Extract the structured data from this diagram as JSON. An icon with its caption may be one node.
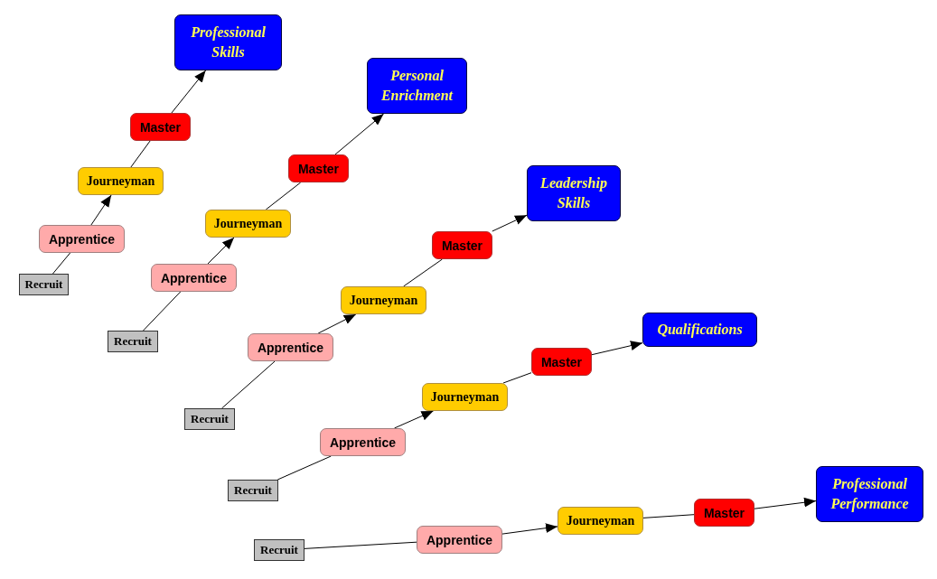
{
  "diagram": {
    "nodes": [
      {
        "text": [
          "Recruit"
        ]
      },
      {
        "text": [
          "Apprentice"
        ]
      },
      {
        "text": [
          "Journeyman"
        ]
      },
      {
        "text": [
          "Master"
        ]
      },
      {
        "text": [
          "Professional Skills"
        ]
      },
      {
        "text": [
          "Recruit"
        ]
      },
      {
        "text": [
          "Apprentice"
        ]
      },
      {
        "text": [
          "Journeyman"
        ]
      },
      {
        "text": [
          "Master"
        ]
      },
      {
        "text": [
          "Personal Enrichment"
        ]
      },
      {
        "text": [
          "Recruit"
        ]
      },
      {
        "text": [
          "Apprentice"
        ]
      },
      {
        "text": [
          "Journeyman"
        ]
      },
      {
        "text": [
          "Master"
        ]
      },
      {
        "text": [
          "Leadership Skills"
        ]
      },
      {
        "text": [
          "Recruit"
        ]
      },
      {
        "text": [
          "Apprentice"
        ]
      },
      {
        "text": [
          "Journeyman"
        ]
      },
      {
        "text": [
          "Master"
        ]
      },
      {
        "text": [
          "Qualifications"
        ]
      },
      {
        "text": [
          "Recruit"
        ]
      },
      {
        "text": [
          "Apprentice"
        ]
      },
      {
        "text": [
          "Journeyman"
        ]
      },
      {
        "text": [
          "Master"
        ]
      },
      {
        "text": [
          "Professional Performance"
        ]
      }
    ],
    "edges": [
      {
        "from": 0,
        "to": 1,
        "arrow": "none"
      },
      {
        "from": 1,
        "to": 2,
        "arrow": "to"
      },
      {
        "from": 2,
        "to": 3,
        "arrow": "none"
      },
      {
        "from": 3,
        "to": 4,
        "arrow": "to"
      },
      {
        "from": 5,
        "to": 6,
        "arrow": "none"
      },
      {
        "from": 6,
        "to": 7,
        "arrow": "to"
      },
      {
        "from": 7,
        "to": 8,
        "arrow": "none"
      },
      {
        "from": 8,
        "to": 9,
        "arrow": "to"
      },
      {
        "from": 10,
        "to": 11,
        "arrow": "none"
      },
      {
        "from": 11,
        "to": 12,
        "arrow": "to"
      },
      {
        "from": 12,
        "to": 13,
        "arrow": "none"
      },
      {
        "from": 13,
        "to": 14,
        "arrow": "to"
      },
      {
        "from": 15,
        "to": 16,
        "arrow": "none"
      },
      {
        "from": 16,
        "to": 17,
        "arrow": "to"
      },
      {
        "from": 17,
        "to": 18,
        "arrow": "none"
      },
      {
        "from": 18,
        "to": 19,
        "arrow": "to"
      },
      {
        "from": 20,
        "to": 21,
        "arrow": "none"
      },
      {
        "from": 21,
        "to": 22,
        "arrow": "to"
      },
      {
        "from": 22,
        "to": 23,
        "arrow": "none"
      },
      {
        "from": 23,
        "to": 24,
        "arrow": "to"
      }
    ]
  }
}
